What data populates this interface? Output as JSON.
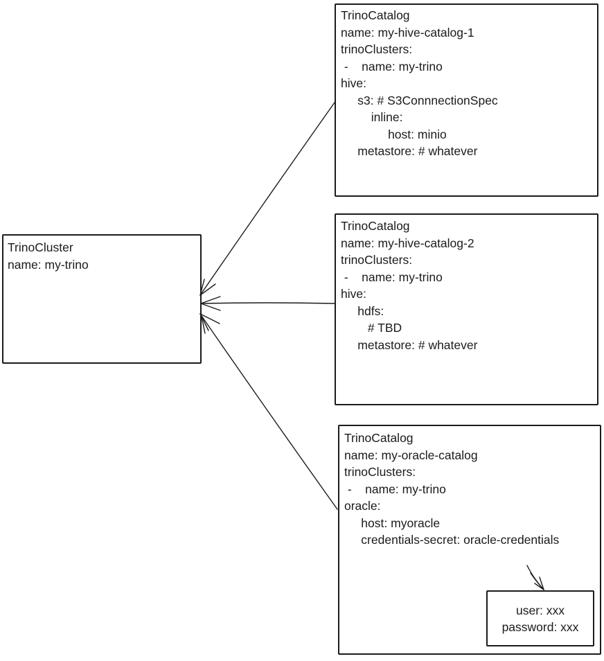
{
  "diagram": {
    "background": "#ffffff",
    "ink_color": "#1b1b1b",
    "style": "hand-drawn-sketch"
  },
  "nodes": {
    "cluster": {
      "kind": "TrinoCluster",
      "lines": [
        "TrinoCluster",
        "name: my-trino"
      ]
    },
    "catalog1": {
      "kind": "TrinoCatalog",
      "lines": [
        "TrinoCatalog",
        "name: my-hive-catalog-1",
        "trinoClusters:",
        " -    name: my-trino",
        "hive:",
        "     s3: # S3ConnnectionSpec",
        "         inline:",
        "              host: minio",
        "     metastore: # whatever"
      ]
    },
    "catalog2": {
      "kind": "TrinoCatalog",
      "lines": [
        "TrinoCatalog",
        "name: my-hive-catalog-2",
        "trinoClusters:",
        " -    name: my-trino",
        "hive:",
        "     hdfs:",
        "        # TBD",
        "     metastore: # whatever"
      ]
    },
    "catalog3": {
      "kind": "TrinoCatalog",
      "lines": [
        "TrinoCatalog",
        "name: my-oracle-catalog",
        "trinoClusters:",
        " -    name: my-trino",
        "oracle:",
        "     host: myoracle",
        "     credentials-secret: oracle-credentials"
      ]
    },
    "credentials": {
      "kind": "secret-content",
      "lines": [
        "user: xxx",
        "password: xxx"
      ]
    }
  },
  "connectors": [
    {
      "name": "catalog1-to-cluster",
      "from": "trino-catalog-1",
      "to": "trino-cluster",
      "arrowhead": "at-cluster"
    },
    {
      "name": "catalog2-to-cluster",
      "from": "trino-catalog-2",
      "to": "trino-cluster",
      "arrowhead": "at-cluster"
    },
    {
      "name": "catalog3-to-cluster",
      "from": "trino-catalog-3",
      "to": "trino-cluster",
      "arrowhead": "at-cluster"
    },
    {
      "name": "credentials-pointer",
      "from": "annotation",
      "to": "credentials-secret-box",
      "arrowhead": "at-box-top"
    }
  ]
}
